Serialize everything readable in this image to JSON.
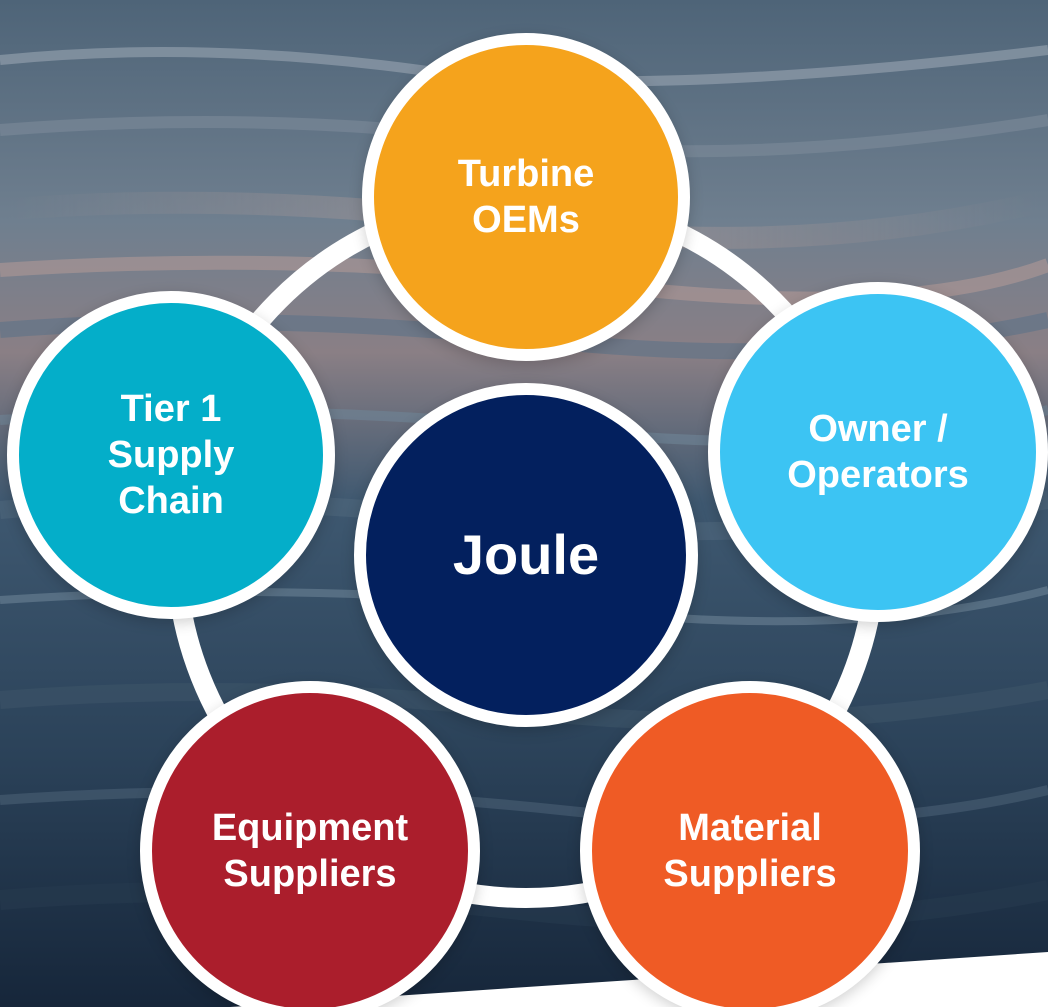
{
  "diagram": {
    "center": {
      "label": "Joule",
      "color": "#03205e"
    },
    "nodes": [
      {
        "id": "top",
        "label": "Turbine\nOEMs",
        "color": "#f5a31c"
      },
      {
        "id": "right",
        "label": "Owner /\nOperators",
        "color": "#3cc4f3"
      },
      {
        "id": "bottom_right",
        "label": "Material\nSuppliers",
        "color": "#ef5b25"
      },
      {
        "id": "bottom_left",
        "label": "Equipment\nSuppliers",
        "color": "#ab1e2c"
      },
      {
        "id": "left",
        "label": "Tier 1\nSupply\nChain",
        "color": "#04aec9"
      }
    ],
    "ring_color": "#ffffff",
    "background": "water-surface-photo"
  }
}
